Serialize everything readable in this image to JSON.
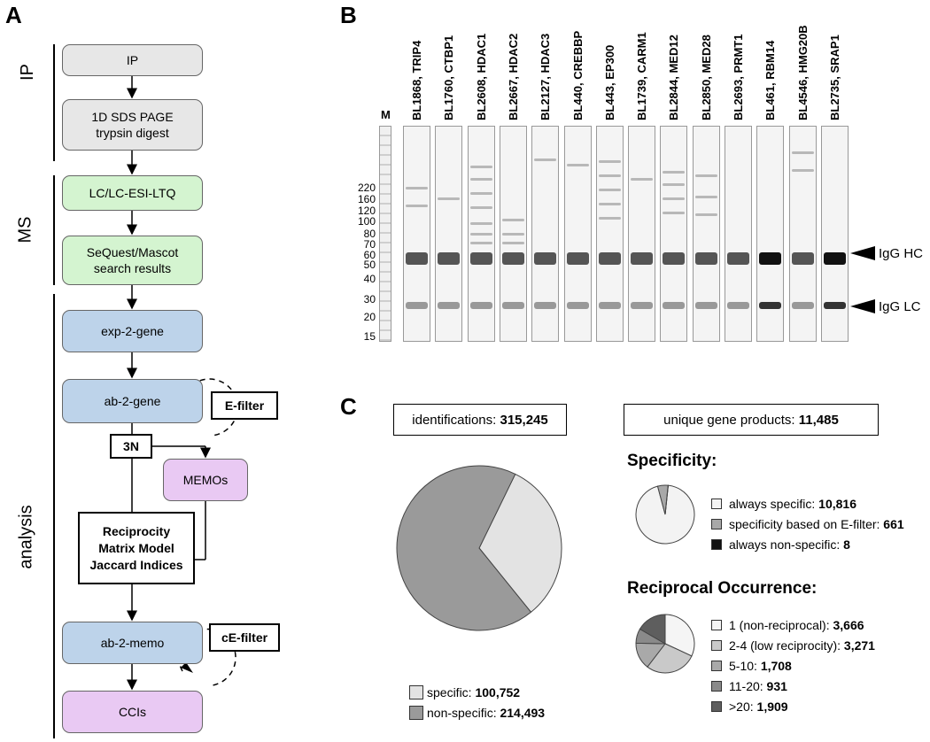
{
  "panels": {
    "a": "A",
    "b": "B",
    "c": "C"
  },
  "flow": {
    "sections": {
      "ip": "IP",
      "ms": "MS",
      "analysis": "analysis"
    },
    "ip_box": "IP",
    "sds_line1": "1D SDS PAGE",
    "sds_line2": "trypsin digest",
    "lcms": "LC/LC-ESI-LTQ",
    "sequest_line1": "SeQuest/Mascot",
    "sequest_line2": "search results",
    "exp2gene": "exp-2-gene",
    "ab2gene": "ab-2-gene",
    "efilter": "E-filter",
    "three_n": "3N",
    "memos": "MEMOs",
    "recip_line1": "Reciprocity",
    "recip_line2": "Matrix Model",
    "recip_line3": "Jaccard Indices",
    "ab2memo": "ab-2-memo",
    "cefilter": "cE-filter",
    "ccis": "CCIs"
  },
  "gel": {
    "marker_label": "M",
    "lanes": [
      "BL1868, TRIP4",
      "BL1760, CTBP1",
      "BL2608, HDAC1",
      "BL2667, HDAC2",
      "BL2127, HDAC3",
      "BL440, CREBBP",
      "BL443, EP300",
      "BL1739, CARM1",
      "BL2844, MED12",
      "BL2850, MED28",
      "BL2693, PRMT1",
      "BL461, RBM14",
      "BL4546, HMG20B",
      "BL2735, SRAP1"
    ],
    "mw_markers": [
      "220",
      "160",
      "120",
      "100",
      "80",
      "70",
      "60",
      "50",
      "40",
      "30",
      "20",
      "15"
    ],
    "igg_hc": "IgG HC",
    "igg_lc": "IgG LC"
  },
  "stats": {
    "identifications_label": "identifications: ",
    "identifications_value": "315,245",
    "unique_label": "unique gene products: ",
    "unique_value": "11,485",
    "specificity_heading": "Specificity:",
    "reciprocal_heading": "Reciprocal Occurrence:"
  },
  "chart_data": [
    {
      "type": "pie",
      "title": "",
      "slices": [
        {
          "label": "specific: ",
          "value_text": "100,752",
          "value": 100752,
          "color": "#e3e3e3"
        },
        {
          "label": "non-specific: ",
          "value_text": "214,493",
          "value": 214493,
          "color": "#9a9a9a"
        }
      ]
    },
    {
      "type": "pie",
      "title": "Specificity:",
      "slices": [
        {
          "label": "always specific: ",
          "value_text": "10,816",
          "value": 10816,
          "color": "#f3f3f3"
        },
        {
          "label": "specificity based on E-filter: ",
          "value_text": "661",
          "value": 661,
          "color": "#a8a8a8"
        },
        {
          "label": "always non-specific: ",
          "value_text": "8",
          "value": 8,
          "color": "#111111"
        }
      ]
    },
    {
      "type": "pie",
      "title": "Reciprocal Occurrence:",
      "slices": [
        {
          "label": "1 (non-reciprocal): ",
          "value_text": "3,666",
          "value": 3666,
          "color": "#f5f5f5"
        },
        {
          "label": "2-4 (low reciprocity): ",
          "value_text": "3,271",
          "value": 3271,
          "color": "#c9c9c9"
        },
        {
          "label": "5-10: ",
          "value_text": "1,708",
          "value": 1708,
          "color": "#a9a9a9"
        },
        {
          "label": "11-20: ",
          "value_text": "931",
          "value": 931,
          "color": "#8a8a8a"
        },
        {
          "label": ">20: ",
          "value_text": "1,909",
          "value": 1909,
          "color": "#5e5e5e"
        }
      ]
    }
  ]
}
